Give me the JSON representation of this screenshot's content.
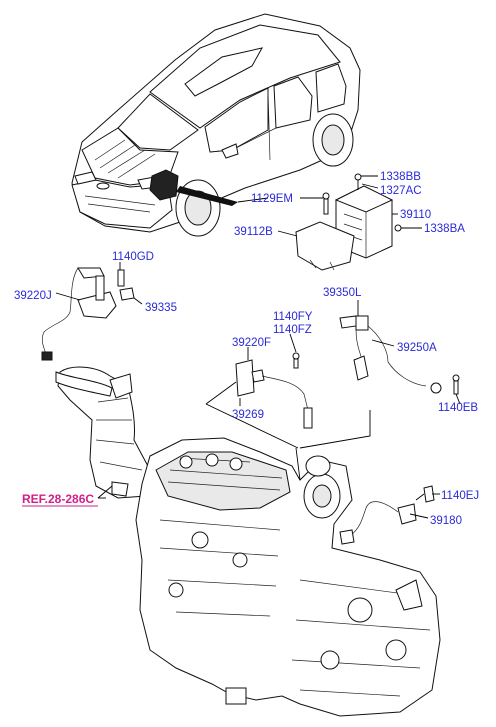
{
  "colors": {
    "label": "#2a2ad8",
    "reference": "#d0208a",
    "line": "#000000"
  },
  "labels": {
    "p1338BB": "1338BB",
    "p1327AC": "1327AC",
    "p1129EM": "1129EM",
    "p39110": "39110",
    "p39112B": "39112B",
    "p1338BA": "1338BA",
    "p1140GD": "1140GD",
    "p39220J": "39220J",
    "p39335": "39335",
    "p39350L": "39350L",
    "p1140FY": "1140FY",
    "p1140FZ": "1140FZ",
    "p39250A": "39250A",
    "p39220F": "39220F",
    "p39269": "39269",
    "p1140EB": "1140EB",
    "ref": "REF.28-286C",
    "p1140EJ": "1140EJ",
    "p39180": "39180"
  }
}
